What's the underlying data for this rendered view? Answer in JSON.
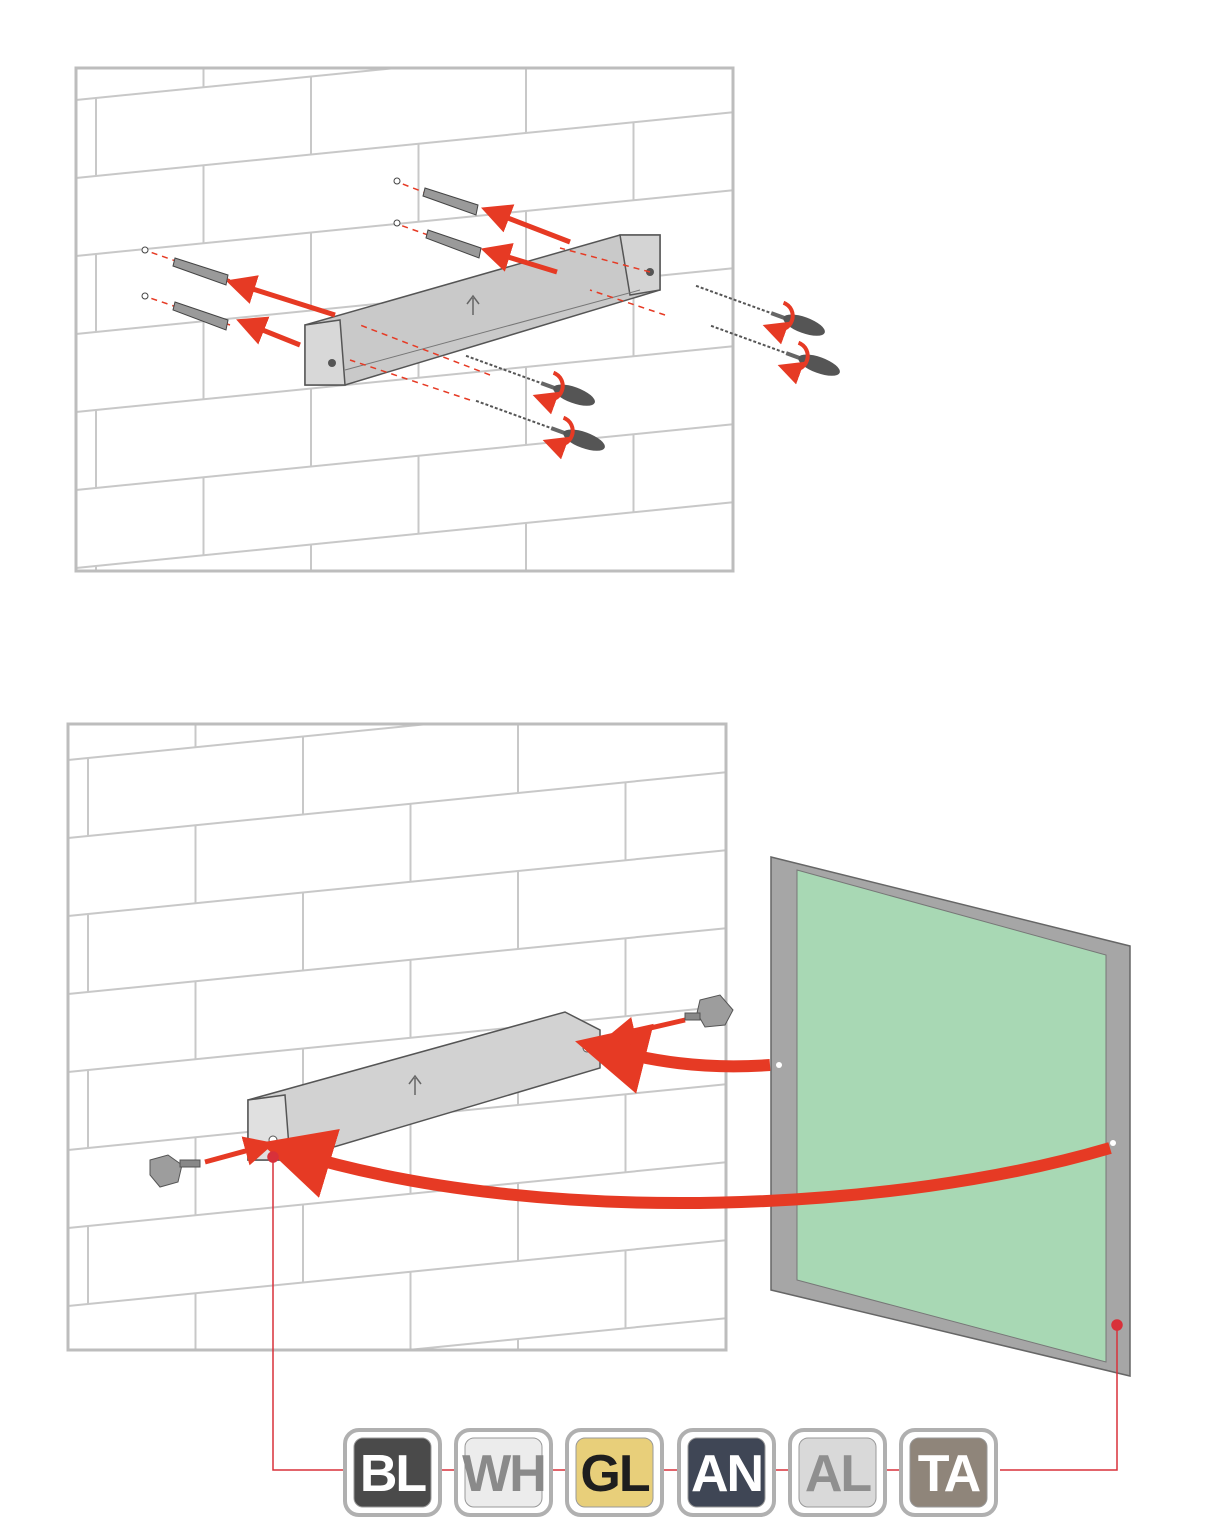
{
  "finish_badges": [
    {
      "code": "BL",
      "color": "#4a4a4a",
      "text_color": "#ffffff"
    },
    {
      "code": "WH",
      "color": "#ececec",
      "text_color": "#8a8a8a"
    },
    {
      "code": "GL",
      "color": "#e8cf7a",
      "text_color": "#1e1e1e"
    },
    {
      "code": "AN",
      "color": "#3f4655",
      "text_color": "#ffffff"
    },
    {
      "code": "AL",
      "color": "#d9d9d9",
      "text_color": "#8f8f8f"
    },
    {
      "code": "TA",
      "color": "#8f857a",
      "text_color": "#ffffff"
    }
  ],
  "colors": {
    "arrow": "#e63a24",
    "panel": "#a8d8b4",
    "frame": "#a6a6a6",
    "wall_line": "#c8c8c8"
  }
}
